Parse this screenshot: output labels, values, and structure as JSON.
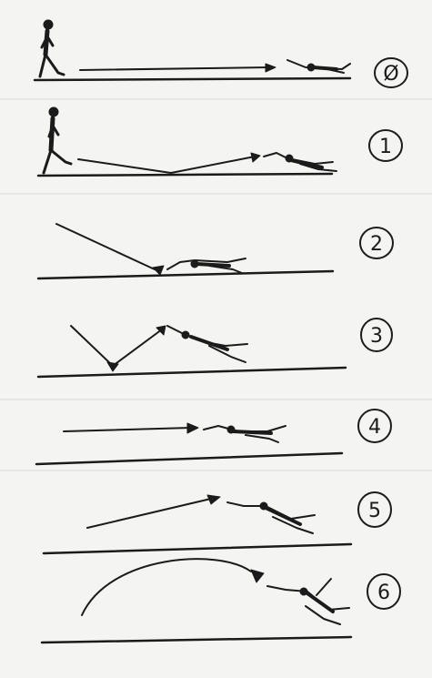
{
  "panels": [
    {
      "id": "0",
      "label": "Ø"
    },
    {
      "id": "1",
      "label": "1"
    },
    {
      "id": "2",
      "label": "2"
    },
    {
      "id": "3",
      "label": "3"
    },
    {
      "id": "4",
      "label": "4"
    },
    {
      "id": "5",
      "label": "5"
    },
    {
      "id": "6",
      "label": "6"
    }
  ],
  "colors": {
    "paper": "#f4f4f2",
    "ink": "#1b1b1b"
  }
}
